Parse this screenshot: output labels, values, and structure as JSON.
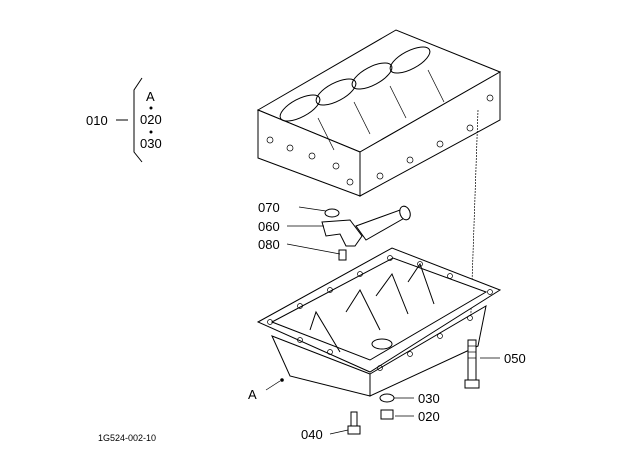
{
  "drawing_code": "1G524-002-10",
  "group": {
    "number": "010",
    "items": [
      "A",
      "020",
      "030"
    ]
  },
  "callouts": {
    "p070": "070",
    "p060": "060",
    "p080": "080",
    "p050": "050",
    "p030": "030",
    "p020": "020",
    "p040": "040",
    "pA": "A"
  }
}
